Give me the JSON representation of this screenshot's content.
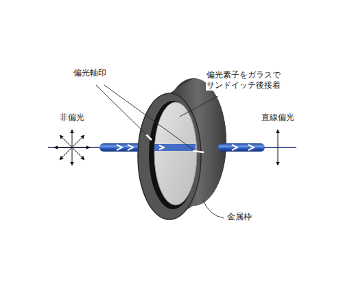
{
  "diagram": {
    "labels": [
      "偏光軸印",
      "偏光素子をガラスで サンドイッチ後接着",
      "非偏光",
      "直線偏光",
      "金属枠"
    ]
  }
}
